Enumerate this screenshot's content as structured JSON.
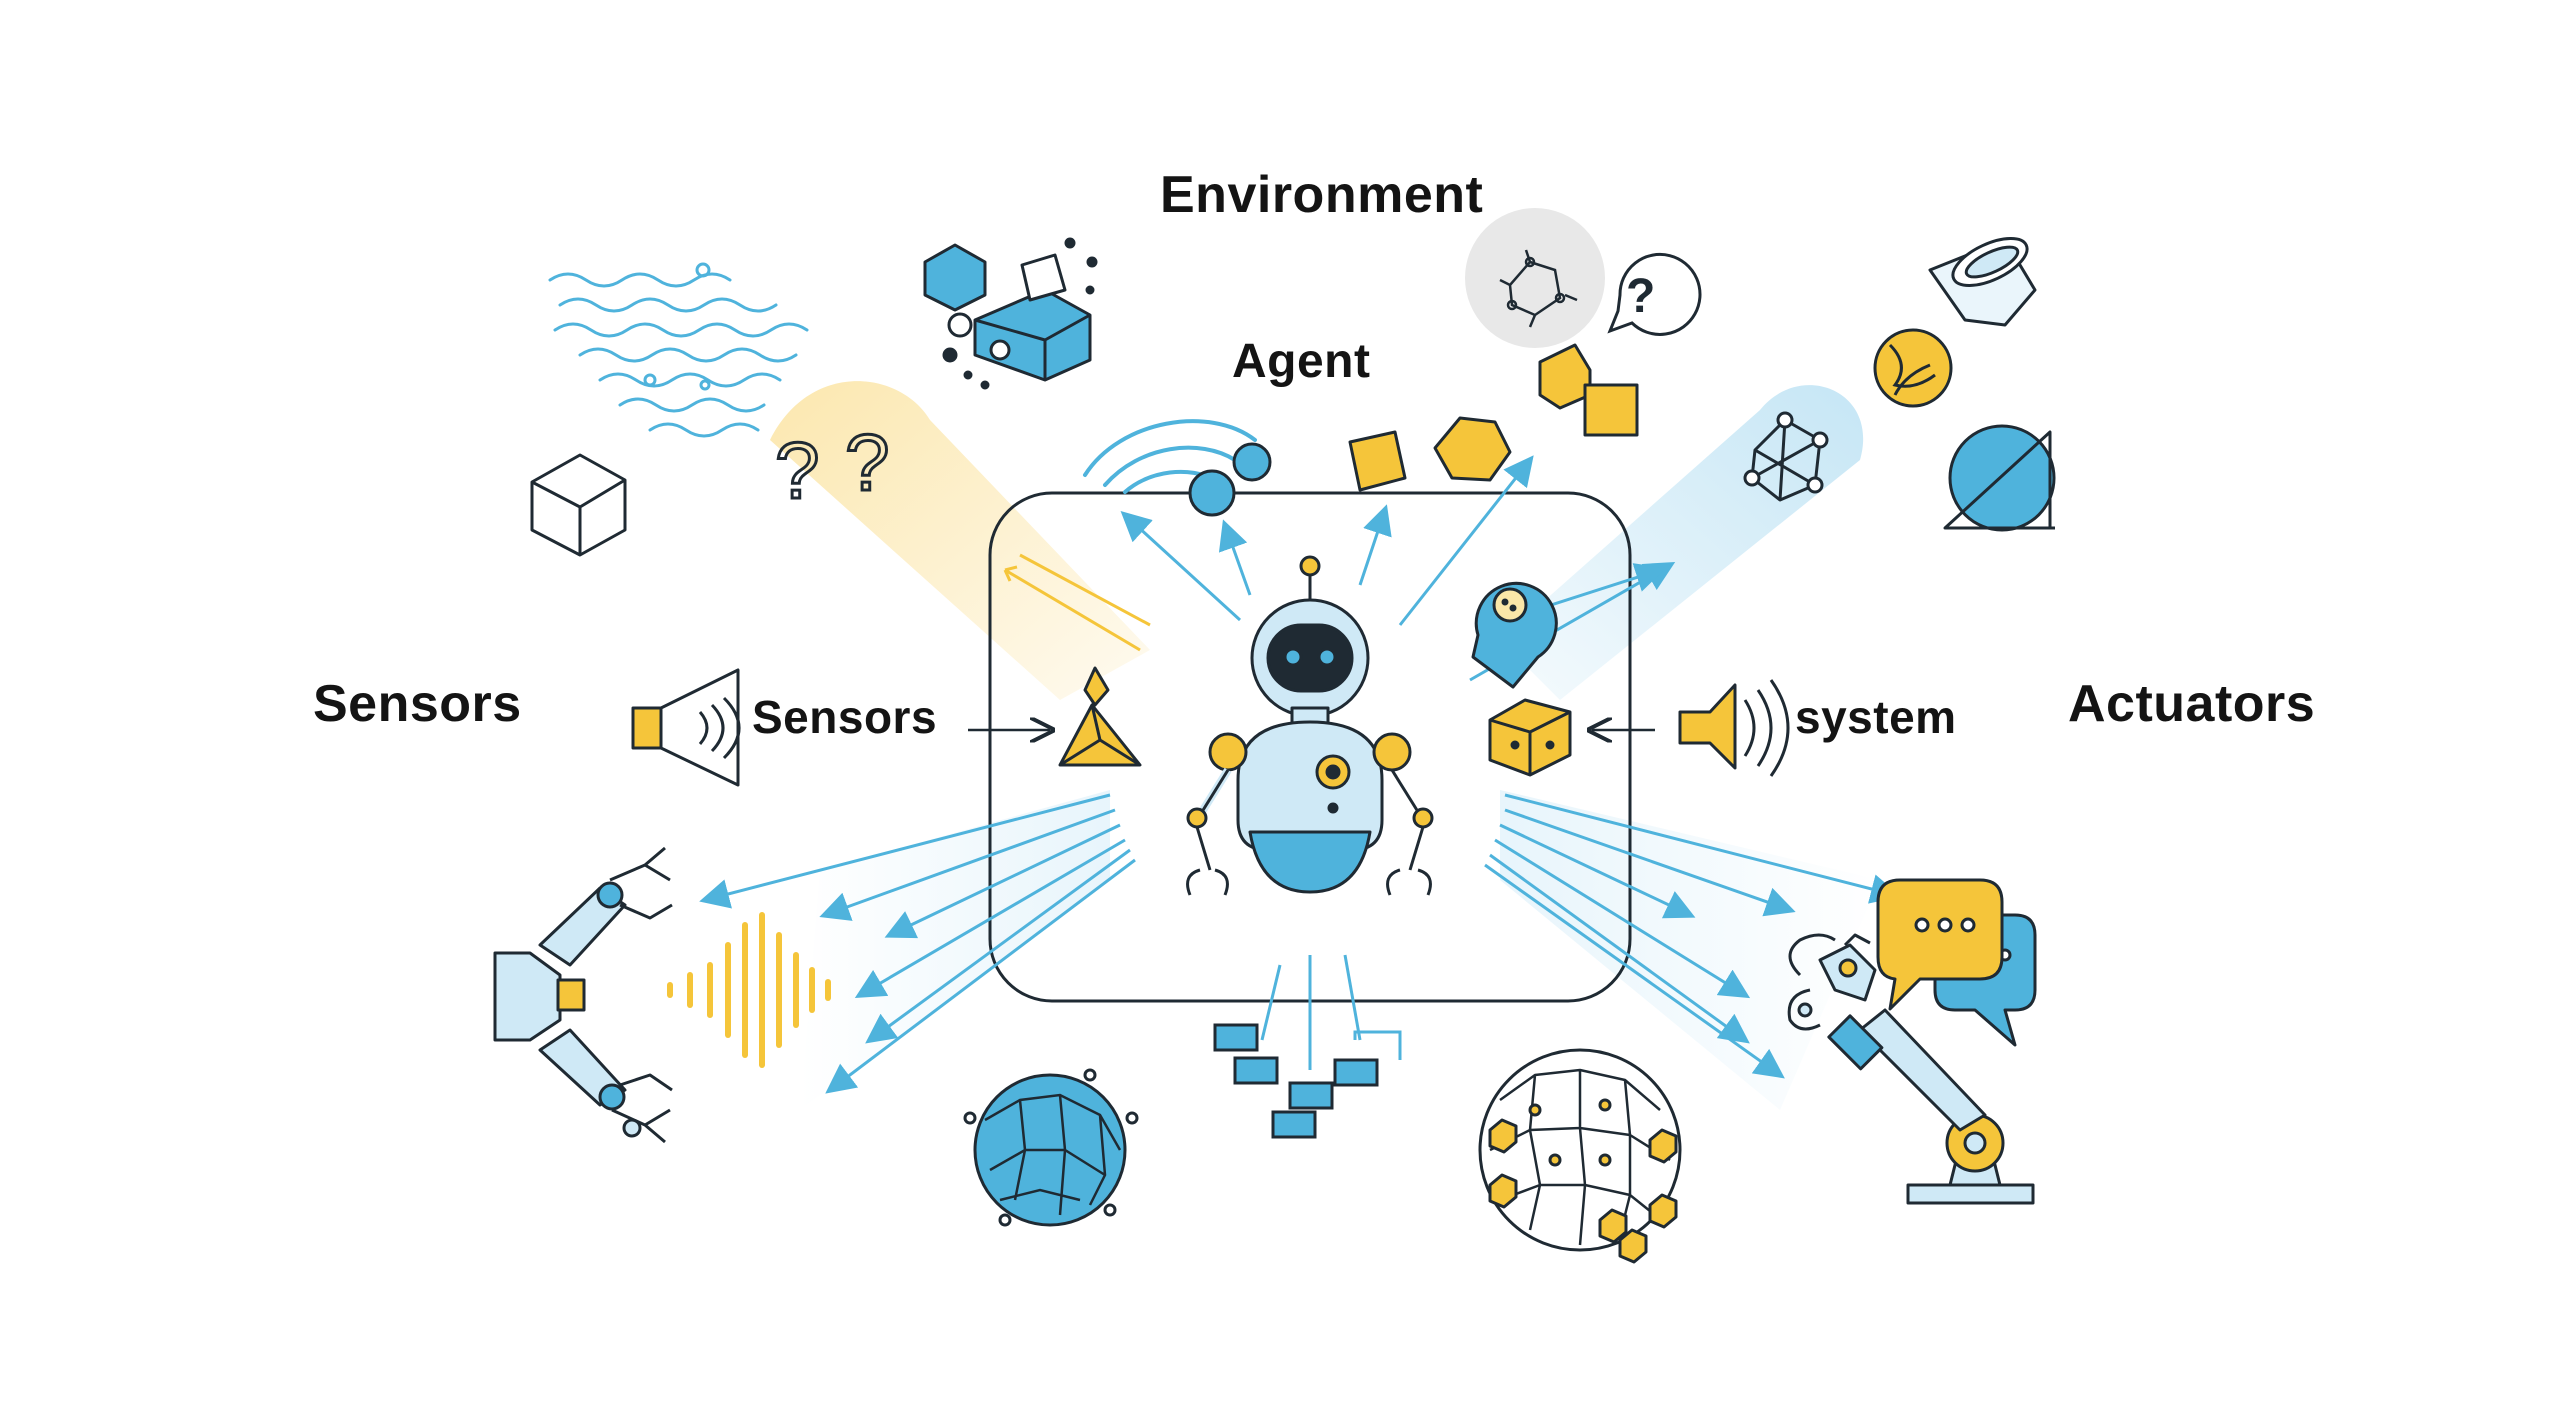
{
  "labels": {
    "environment": "Environment",
    "agent": "Agent",
    "sensors_outer": "Sensors",
    "sensors_inner": "Sensors",
    "system_inner": "system",
    "actuators": "Actuators"
  },
  "glyphs": {
    "question": "?"
  },
  "colors": {
    "outline": "#1f2a33",
    "blue": "#4fb3dc",
    "blue_light": "#cfe9f6",
    "yellow": "#f5c53a",
    "yellow_light": "#fbe7a8",
    "gray": "#e6e6e6"
  },
  "icons": [
    "wave-lines-icon",
    "cube-outline-icon",
    "question-marks-icon",
    "cubes-cluster-icon",
    "wifi-signal-icon",
    "bubbles-icon",
    "diamond-icon",
    "hexagon-icon",
    "network-question-icon",
    "speech-question-icon",
    "yellow-cubes-icon",
    "bowl-icon",
    "globe-icon",
    "network-graph-icon",
    "sphere-triangle-icon",
    "speaker-left-icon",
    "pyramid-icon",
    "location-pin-icon",
    "cheese-cube-icon",
    "speaker-right-icon",
    "robot-icon",
    "robotic-gripper-icon",
    "sound-wave-icon",
    "blue-sphere-icon",
    "tree-blocks-icon",
    "geodesic-sphere-icon",
    "chat-bubbles-icon",
    "robot-arm-icon"
  ]
}
